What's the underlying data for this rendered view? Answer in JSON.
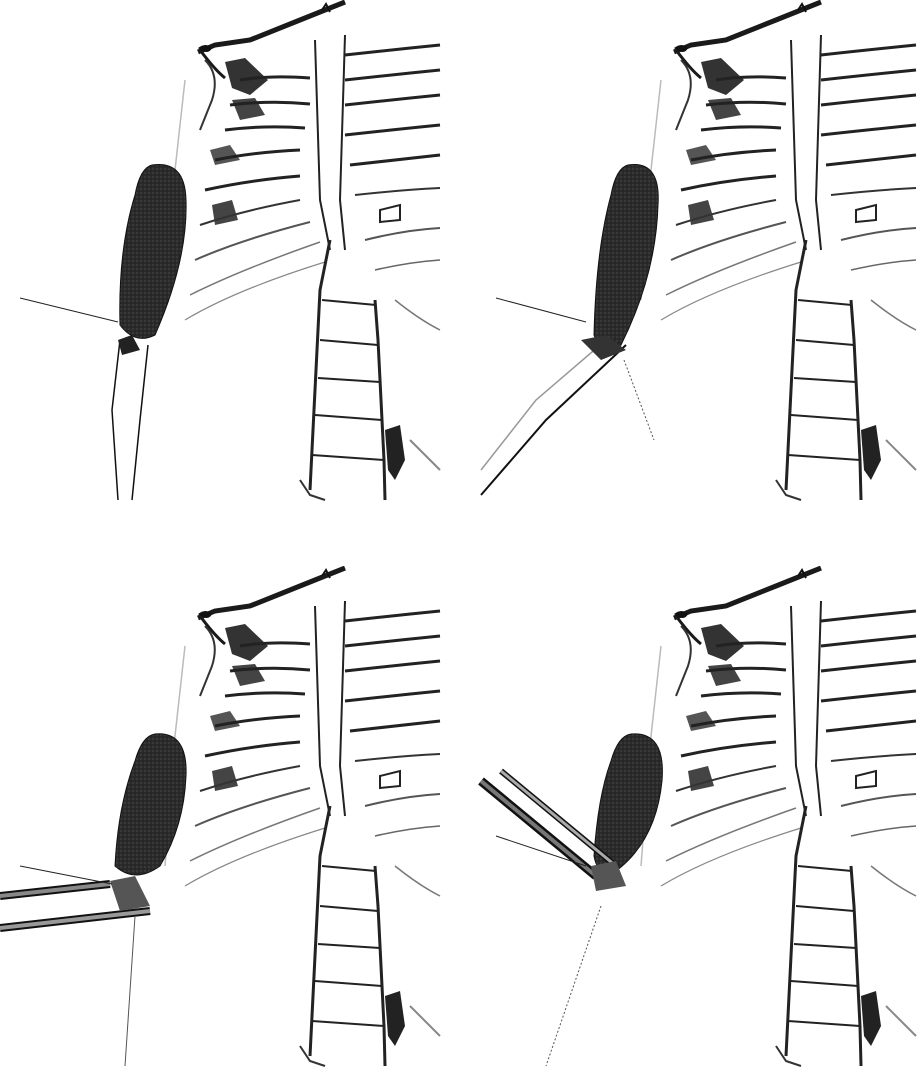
{
  "figure": {
    "panels": [
      {
        "id": "panel-1",
        "elbow_flexion": "extended"
      },
      {
        "id": "panel-2",
        "elbow_flexion": "slightly-flexed"
      },
      {
        "id": "panel-3",
        "elbow_flexion": "horizontal"
      },
      {
        "id": "panel-4",
        "elbow_flexion": "flexed"
      }
    ],
    "colors": {
      "muscle": "#2a2a2a",
      "bone_outline": "#1a1a1a",
      "background": "#ffffff"
    }
  }
}
